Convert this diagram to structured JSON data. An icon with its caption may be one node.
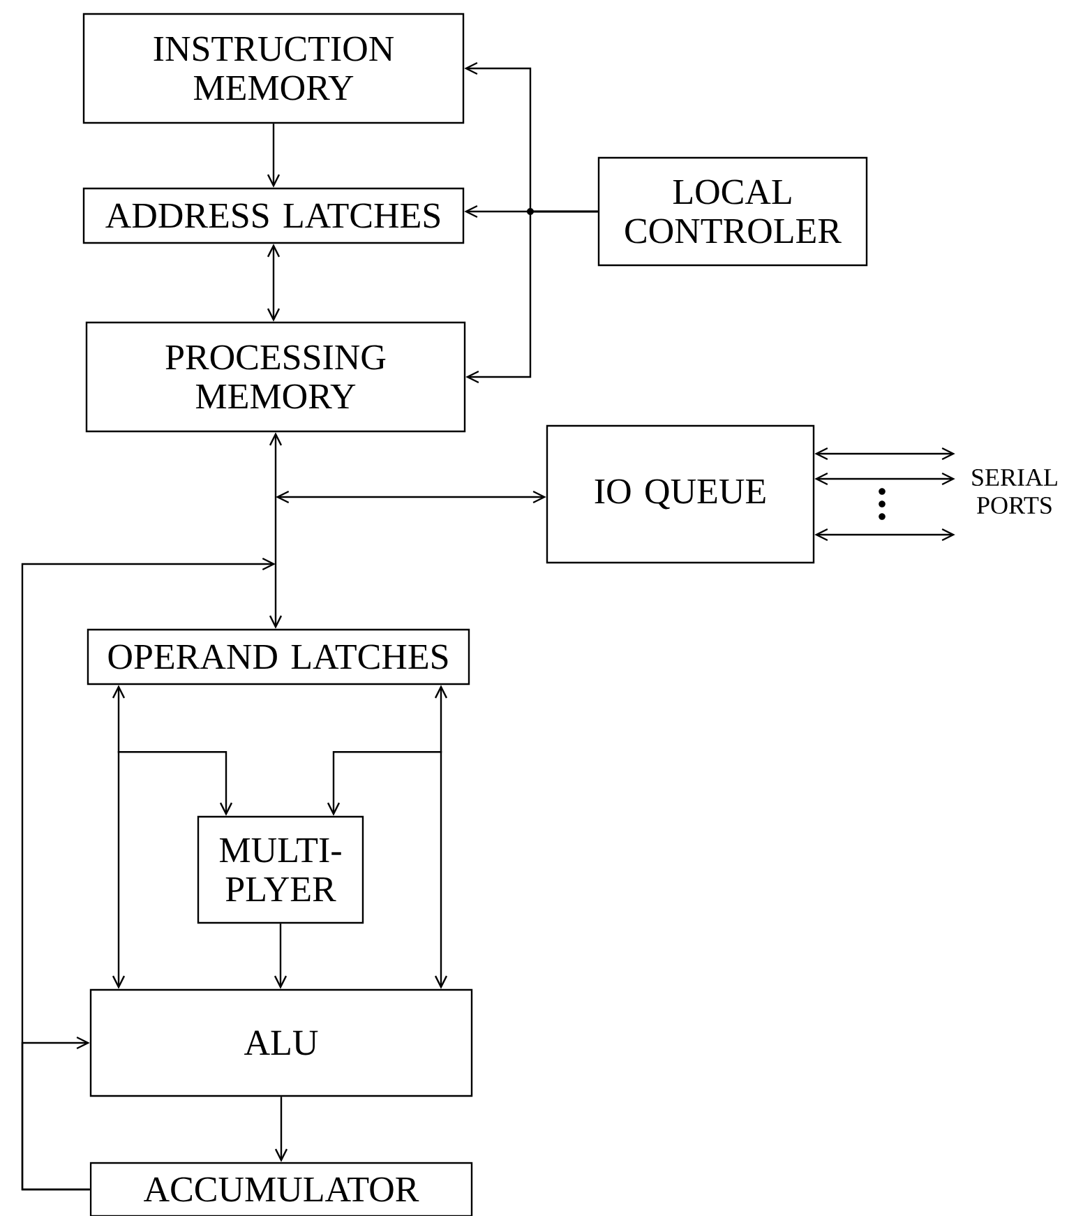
{
  "diagram": {
    "nodes": [
      {
        "text": [
          "INSTRUCTION MEMORY"
        ]
      },
      {
        "text": [
          "ADDRESS LATCHES"
        ]
      },
      {
        "text": [
          "LOCAL CONTROLER"
        ]
      },
      {
        "text": [
          "PROCESSING MEMORY"
        ]
      },
      {
        "text": [
          "IO QUEUE"
        ]
      },
      {
        "text": [
          "SERIAL PORTS"
        ]
      },
      {
        "text": [
          "OPERAND LATCHES"
        ]
      },
      {
        "text": [
          "MULTI-PLYER"
        ]
      },
      {
        "text": [
          "ALU"
        ]
      },
      {
        "text": [
          "ACCUMULATOR"
        ]
      }
    ],
    "edges": [
      {
        "from": 0,
        "to": 1,
        "arrow": "to"
      },
      {
        "from": 1,
        "to": 3,
        "arrow": "both"
      },
      {
        "from": 2,
        "to": 0,
        "arrow": "to"
      },
      {
        "from": 2,
        "to": 1,
        "arrow": "to"
      },
      {
        "from": 2,
        "to": 3,
        "arrow": "to"
      },
      {
        "from": 3,
        "to": 6,
        "arrow": "both"
      },
      {
        "from": 3,
        "to": 4,
        "arrow": "both"
      },
      {
        "from": 4,
        "to": 5,
        "arrow": "both"
      },
      {
        "from": 4,
        "to": 5,
        "arrow": "both"
      },
      {
        "from": 4,
        "to": 5,
        "arrow": "both"
      },
      {
        "from": 9,
        "to": 6,
        "arrow": "to"
      },
      {
        "from": 6,
        "to": 7,
        "arrow": "to"
      },
      {
        "from": 6,
        "to": 7,
        "arrow": "to"
      },
      {
        "from": 6,
        "to": 8,
        "arrow": "both"
      },
      {
        "from": 6,
        "to": 8,
        "arrow": "both"
      },
      {
        "from": 7,
        "to": 8,
        "arrow": "to"
      },
      {
        "from": 9,
        "to": 8,
        "arrow": "to"
      },
      {
        "from": 8,
        "to": 9,
        "arrow": "to"
      }
    ]
  }
}
